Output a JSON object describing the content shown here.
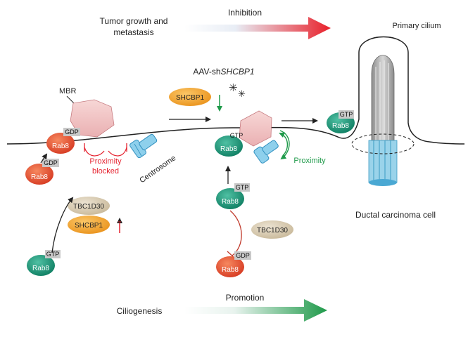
{
  "top_banner": {
    "left_text_line1": "Tumor growth and",
    "left_text_line2": "metastasis",
    "arrow_label": "Inhibition",
    "arrow_color": "#e8202a"
  },
  "bottom_banner": {
    "left_text": "Ciliogenesis",
    "arrow_label": "Promotion",
    "arrow_color": "#1f9a4a"
  },
  "labels": {
    "primary_cilium": "Primary cilium",
    "mbr": "MBR",
    "aav_prefix": "AAV-sh",
    "aav_gene": "SHCBP1",
    "proximity_blocked_line1": "Proximity",
    "proximity_blocked_line2": "blocked",
    "centrosome": "Centrosome",
    "proximity": "Proximity",
    "ductal_carcinoma_cell": "Ductal carcinoma cell"
  },
  "proteins": {
    "rab8": "Rab8",
    "gdp": "GDP",
    "gtp": "GTP",
    "shcbp1": "SHCBP1",
    "tbc1d30": "TBC1D30"
  },
  "colors": {
    "rab8_gdp": "#e4462b",
    "rab8_gtp": "#17977a",
    "shcbp1": "#f2a22b",
    "tbc1d30": "#d9ccb3",
    "mbr": "#f2c6c6",
    "inhibition_red": "#e52330",
    "promotion_green": "#1f9a4a",
    "centrosome_blue": "#5ab7de"
  }
}
